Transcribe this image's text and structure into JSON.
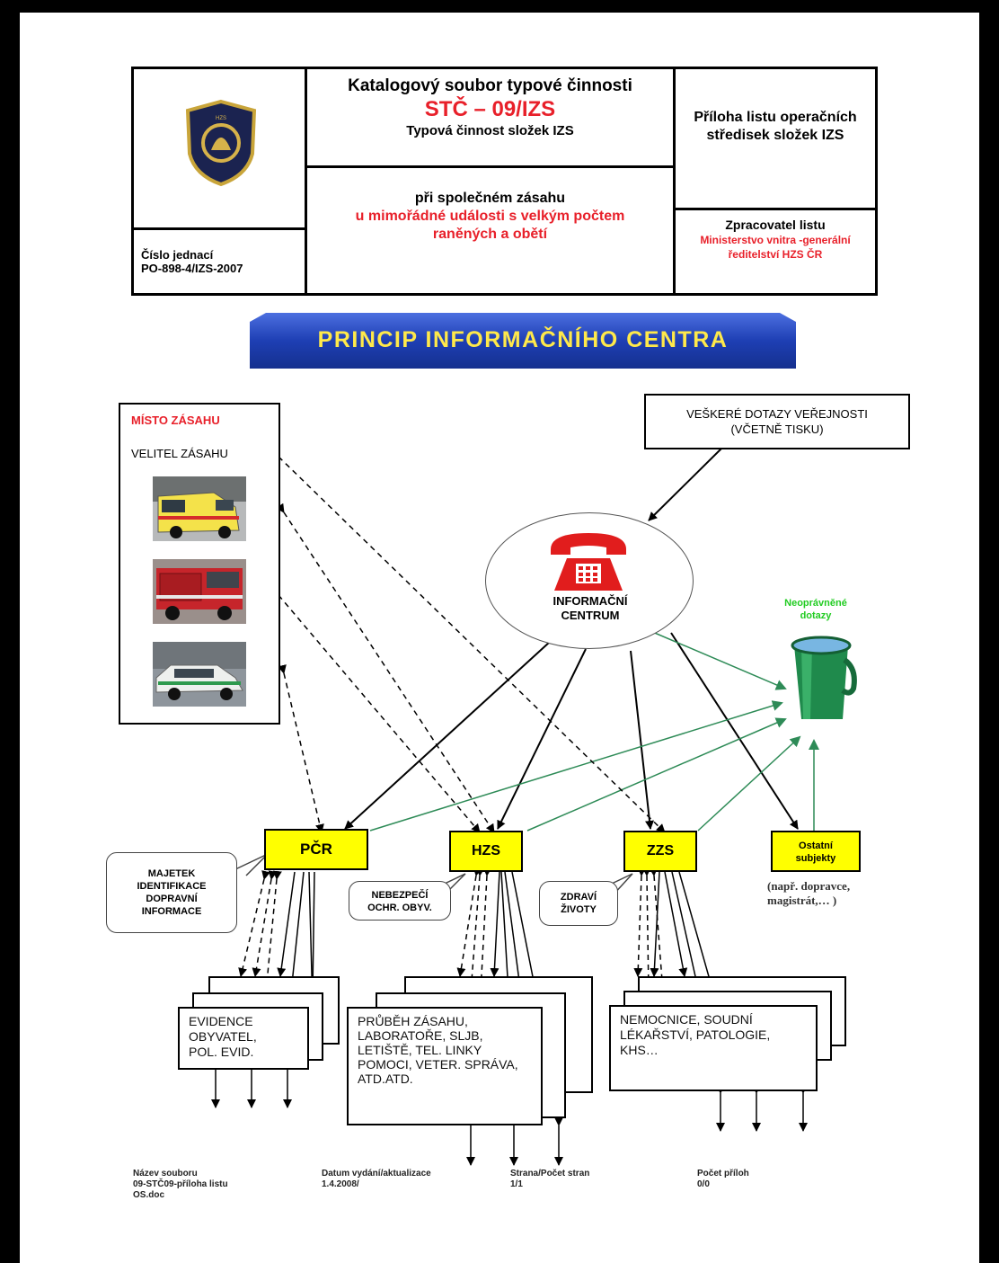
{
  "header": {
    "ref_label": "Číslo jednací",
    "ref_number": "PO-898-4/IZS-2007",
    "catalog_title": "Katalogový soubor typové činnosti",
    "code": "STČ – 09/IZS",
    "subtitle": "Typová činnost složek IZS",
    "description_black": "při společném zásahu",
    "description_red": "u mimořádné události s velkým počtem raněných a obětí",
    "attachment": "Příloha listu operačních středisek složek IZS",
    "processor_label": "Zpracovatel listu",
    "processor_name": "Ministerstvo vnitra -generální ředitelství HZS ČR"
  },
  "banner": {
    "title": "PRINCIP INFORMAČNÍHO CENTRA"
  },
  "scene": {
    "label": "MÍSTO ZÁSAHU",
    "commander": "VELITEL ZÁSAHU"
  },
  "public_queries": "VEŠKERÉ DOTAZY VEŘEJNOSTI (VČETNĚ TISKU)",
  "info_center": "INFORMAČNÍ CENTRUM",
  "unauthorized": "Neoprávněné dotazy",
  "units": {
    "pcr": "PČR",
    "hzs": "HZS",
    "zzs": "ZZS",
    "others": "Ostatní subjekty",
    "others_note": "(např. dopravce, magistrát,… )"
  },
  "bubbles": {
    "pcr": "MAJETEK IDENTIFIKACE DOPRAVNÍ INFORMACE",
    "hzs": "NEBEZPEČÍ OCHR. OBYV.",
    "zzs": "ZDRAVÍ ŽIVOTY"
  },
  "docs": {
    "pcr": "EVIDENCE OBYVATEL, POL. EVID.",
    "hzs": "PRŮBĚH ZÁSAHU, LABORATOŘE, SLJB, LETIŠTĚ, TEL. LINKY POMOCI, VETER. SPRÁVA, ATD.ATD.",
    "zzs": "NEMOCNICE, SOUDNÍ LÉKAŘSTVÍ, PATOLOGIE, KHS…"
  },
  "footer": {
    "filename_label": "Název souboru",
    "filename": "09-STČ09-příloha listu OS.doc",
    "date_label": "Datum vydání/aktualizace",
    "date": "1.4.2008/",
    "pages_label": "Strana/Počet stran",
    "pages": "1/1",
    "attachments_label": "Počet příloh",
    "attachments": "0/0"
  },
  "colors": {
    "banner_blue": "#1e3fb4",
    "accent_red": "#e8202a",
    "unit_yellow": "#ffff00",
    "green_arrow": "#2e8b57",
    "neo_green": "#22cc22"
  }
}
